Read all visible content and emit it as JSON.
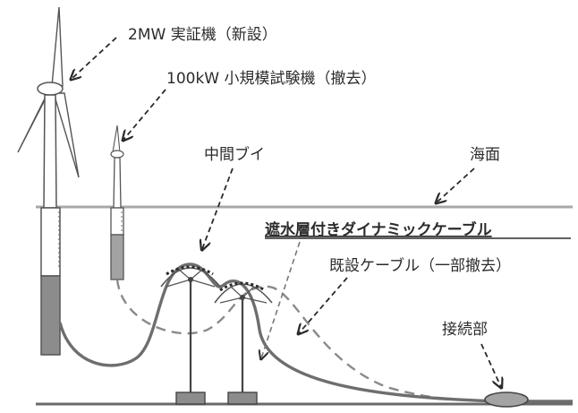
{
  "labels": {
    "turbine_2mw": "2MW 実証機（新設）",
    "turbine_100kw": "100kW 小規模試験機（撤去）",
    "mid_buoy": "中間ブイ",
    "sea_surface": "海面",
    "dynamic_cable": "遮水層付きダイナミックケーブル",
    "existing_cable": "既設ケーブル（一部撤去）",
    "junction": "接続部"
  },
  "colors": {
    "ink": "#2b2b2b",
    "line": "#555555",
    "cable": "#6e6e6e",
    "sea": "#a8a8a8",
    "fill_dark": "#8c8c8c",
    "fill_mid": "#a3a3a3"
  }
}
